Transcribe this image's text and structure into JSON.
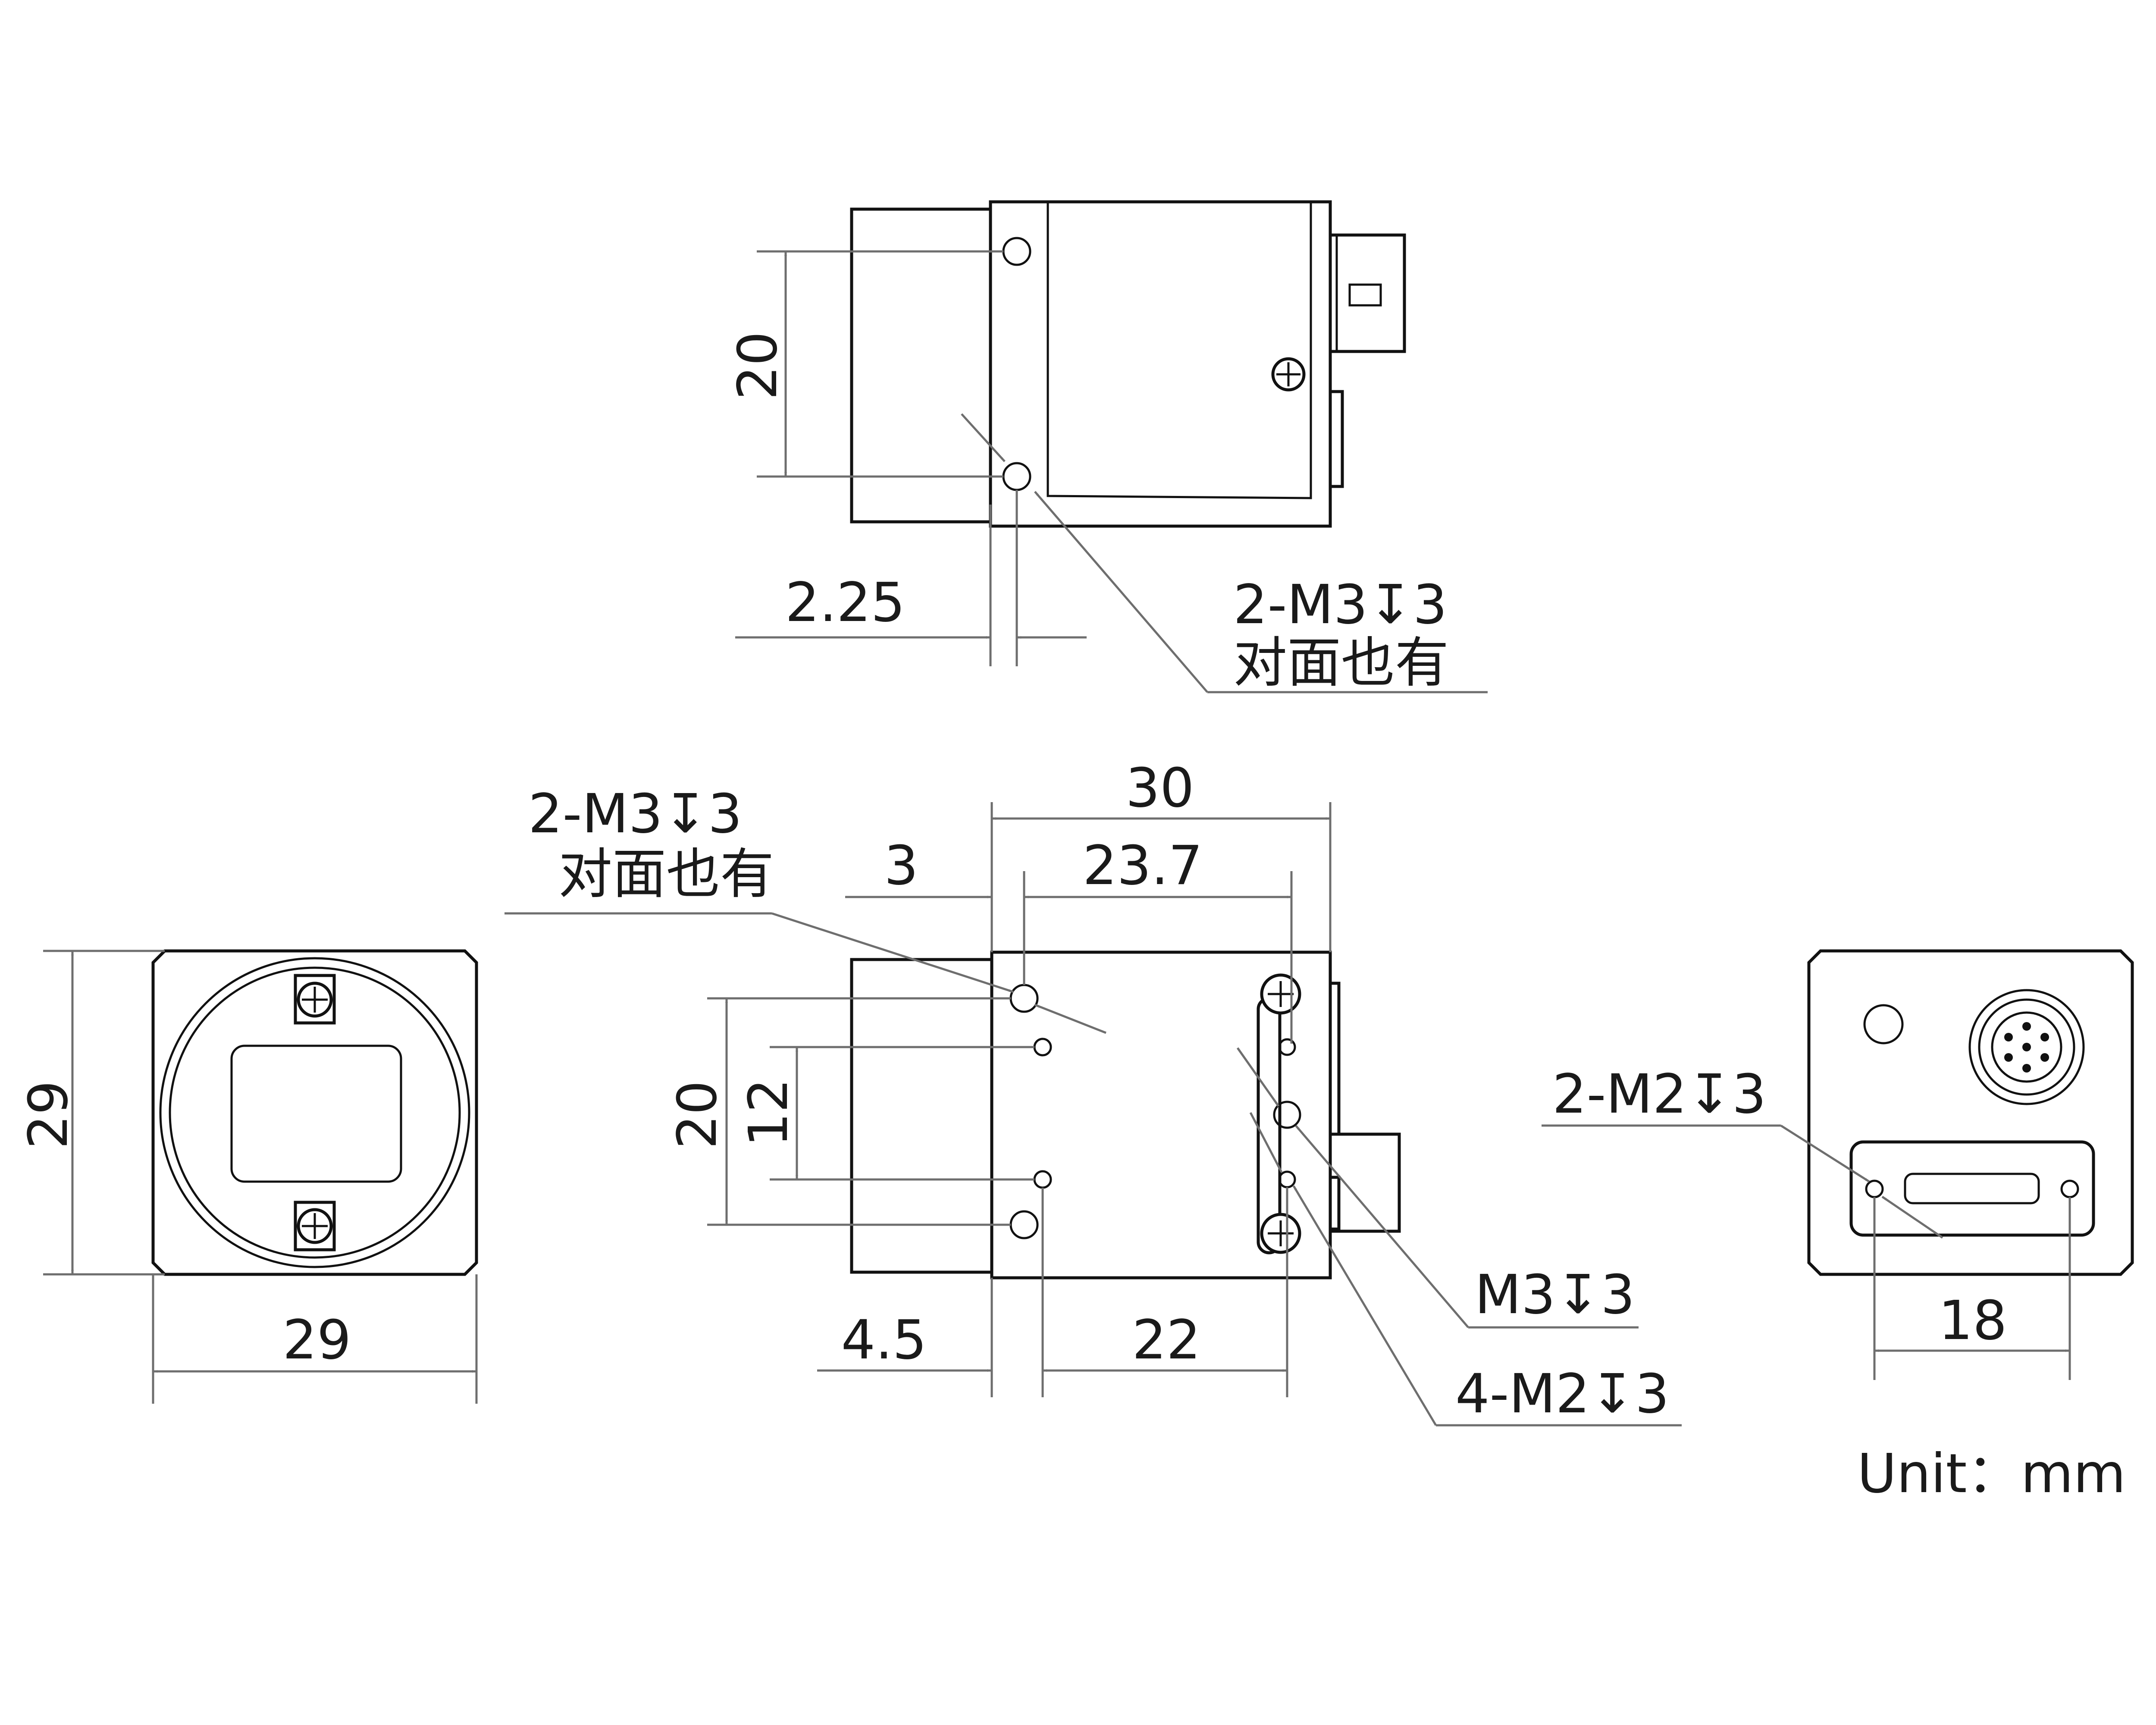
{
  "top_view": {
    "dim_hole_spacing": "20",
    "dim_offset": "2.25",
    "callout_line1": "2-M3",
    "callout_depth_symbol": "↧",
    "callout_line1_depth": "3",
    "callout_line2": "对面也有"
  },
  "front_view": {
    "dim_height": "29",
    "dim_width": "29"
  },
  "side_view": {
    "dim_total_length": "30",
    "dim_3": "3",
    "dim_23_7": "23.7",
    "dim_20": "20",
    "dim_12": "12",
    "dim_4_5": "4.5",
    "dim_22": "22",
    "callout_a_line1": "2-M3",
    "callout_a_depth": "3",
    "callout_a_line2": "对面也有",
    "callout_m3": "M3",
    "callout_m3_depth": "3",
    "callout_4m2": "4-M2",
    "callout_4m2_depth": "3"
  },
  "rear_view": {
    "callout_2m2": "2-M2",
    "callout_2m2_depth": "3",
    "dim_18": "18"
  },
  "unit_label": "Unit：mm"
}
